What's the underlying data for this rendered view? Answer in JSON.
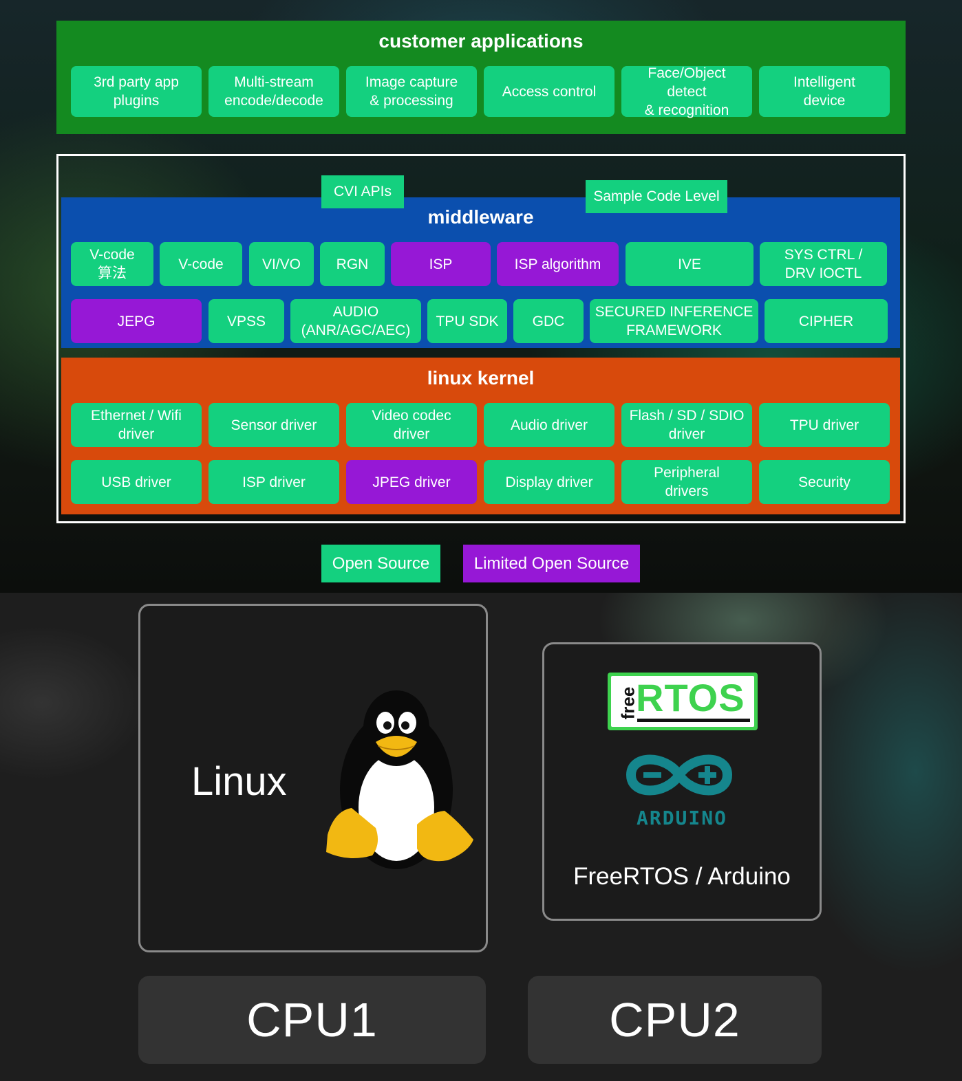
{
  "customer_applications": {
    "title": "customer applications",
    "items": [
      {
        "label": "3rd party app\nplugins",
        "kind": "open"
      },
      {
        "label": "Multi-stream\nencode/decode",
        "kind": "open"
      },
      {
        "label": "Image capture\n& processing",
        "kind": "open"
      },
      {
        "label": "Access control",
        "kind": "open"
      },
      {
        "label": "Face/Object\ndetect\n& recognition",
        "kind": "open"
      },
      {
        "label": "Intelligent\ndevice",
        "kind": "open"
      }
    ]
  },
  "tags": {
    "cvi_apis": "CVI APIs",
    "sample_code": "Sample Code Level"
  },
  "middleware": {
    "title": "middleware",
    "row1": [
      {
        "label": "V-code\n算法",
        "kind": "open"
      },
      {
        "label": "V-code",
        "kind": "open"
      },
      {
        "label": "VI/VO",
        "kind": "open"
      },
      {
        "label": "RGN",
        "kind": "open"
      },
      {
        "label": "ISP",
        "kind": "limited"
      },
      {
        "label": "ISP algorithm",
        "kind": "limited"
      },
      {
        "label": "IVE",
        "kind": "open"
      },
      {
        "label": "SYS CTRL /\nDRV IOCTL",
        "kind": "open"
      }
    ],
    "row2": [
      {
        "label": "JEPG",
        "kind": "limited"
      },
      {
        "label": "VPSS",
        "kind": "open"
      },
      {
        "label": "AUDIO\n(ANR/AGC/AEC)",
        "kind": "open"
      },
      {
        "label": "TPU SDK",
        "kind": "open"
      },
      {
        "label": "GDC",
        "kind": "open"
      },
      {
        "label": "SECURED INFERENCE\nFRAMEWORK",
        "kind": "open"
      },
      {
        "label": "CIPHER",
        "kind": "open"
      }
    ]
  },
  "linux_kernel": {
    "title": "linux kernel",
    "row1": [
      {
        "label": "Ethernet / Wifi\ndriver",
        "kind": "open"
      },
      {
        "label": "Sensor driver",
        "kind": "open"
      },
      {
        "label": "Video codec\ndriver",
        "kind": "open"
      },
      {
        "label": "Audio driver",
        "kind": "open"
      },
      {
        "label": "Flash / SD / SDIO\ndriver",
        "kind": "open"
      },
      {
        "label": "TPU driver",
        "kind": "open"
      }
    ],
    "row2": [
      {
        "label": "USB driver",
        "kind": "open"
      },
      {
        "label": "ISP driver",
        "kind": "open"
      },
      {
        "label": "JPEG driver",
        "kind": "limited"
      },
      {
        "label": "Display driver",
        "kind": "open"
      },
      {
        "label": "Peripheral\ndrivers",
        "kind": "open"
      },
      {
        "label": "Security",
        "kind": "open"
      }
    ]
  },
  "legend": {
    "open": "Open Source",
    "limited": "Limited Open Source"
  },
  "cpu1": {
    "os_label": "Linux",
    "cpu_label": "CPU1",
    "icon": "tux-penguin-icon"
  },
  "cpu2": {
    "os_label": "FreeRTOS / Arduino",
    "cpu_label": "CPU2",
    "freertos_free": "free",
    "freertos_rtos": "RTOS",
    "arduino_label": "ARDUINO",
    "icons": [
      "freertos-logo-icon",
      "arduino-logo-icon"
    ]
  },
  "colors": {
    "open": "#14d07f",
    "limited": "#9618d6",
    "customer_bg": "#148a20",
    "middleware_bg": "#0b4fae",
    "kernel_bg": "#d84a0c"
  }
}
